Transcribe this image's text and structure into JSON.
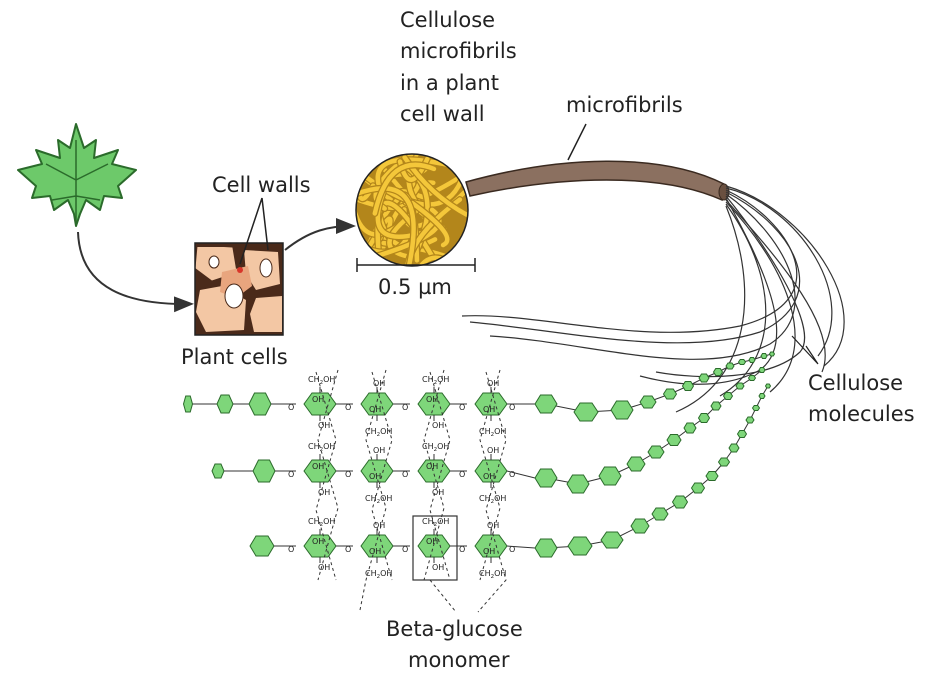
{
  "labels": {
    "cellulose_microfibrils": [
      "Cellulose",
      "microfibrils",
      "in a plant",
      "cell wall"
    ],
    "microfibrils": "microfibrils",
    "cell_walls": "Cell walls",
    "scale": "0.5 µm",
    "plant_cells": "Plant cells",
    "cellulose_molecules": [
      "Cellulose",
      "molecules"
    ],
    "beta_glucose": [
      "Beta-glucose",
      "monomer"
    ]
  },
  "chem": {
    "ch2oh": "CH",
    "ch2oh_sub": "2",
    "ch2oh_tail": "OH",
    "oh": "OH",
    "o": "O"
  },
  "colors": {
    "leaf": "#6dc96a",
    "leaf_stroke": "#2b6b2b",
    "glucose": "#7ed67a",
    "fibril_gold": "#f4c73a",
    "fibril_dark": "#b3861b",
    "microfibril_brown": "#8b7060",
    "cell_dark": "#4a2a1a",
    "cell_light": "#f3c7a4",
    "line": "#333333"
  }
}
